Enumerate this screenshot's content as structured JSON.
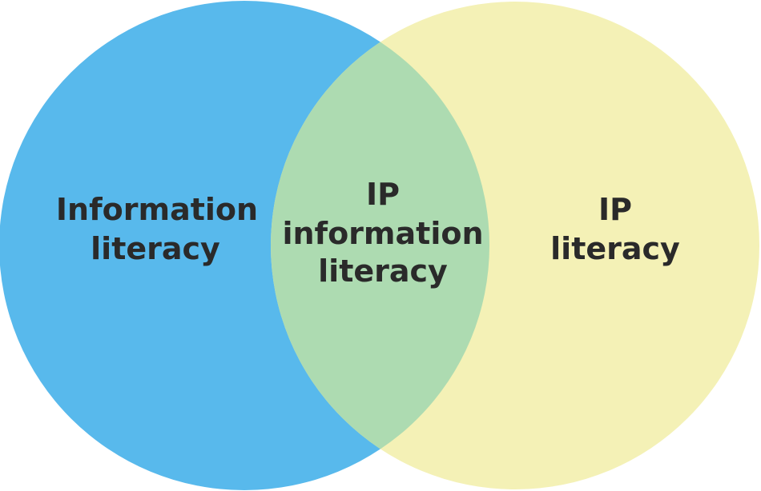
{
  "colors": {
    "left_circle": "#58b9ec",
    "right_circle": "#f4f1b6",
    "overlap": "#addbb1",
    "text": "#2a2a2a"
  },
  "left": {
    "line1": "Information",
    "line2": "literacy"
  },
  "right": {
    "line1": "IP",
    "line2": "literacy"
  },
  "overlap": {
    "line1": "IP",
    "line2": "information",
    "line3": "literacy"
  }
}
